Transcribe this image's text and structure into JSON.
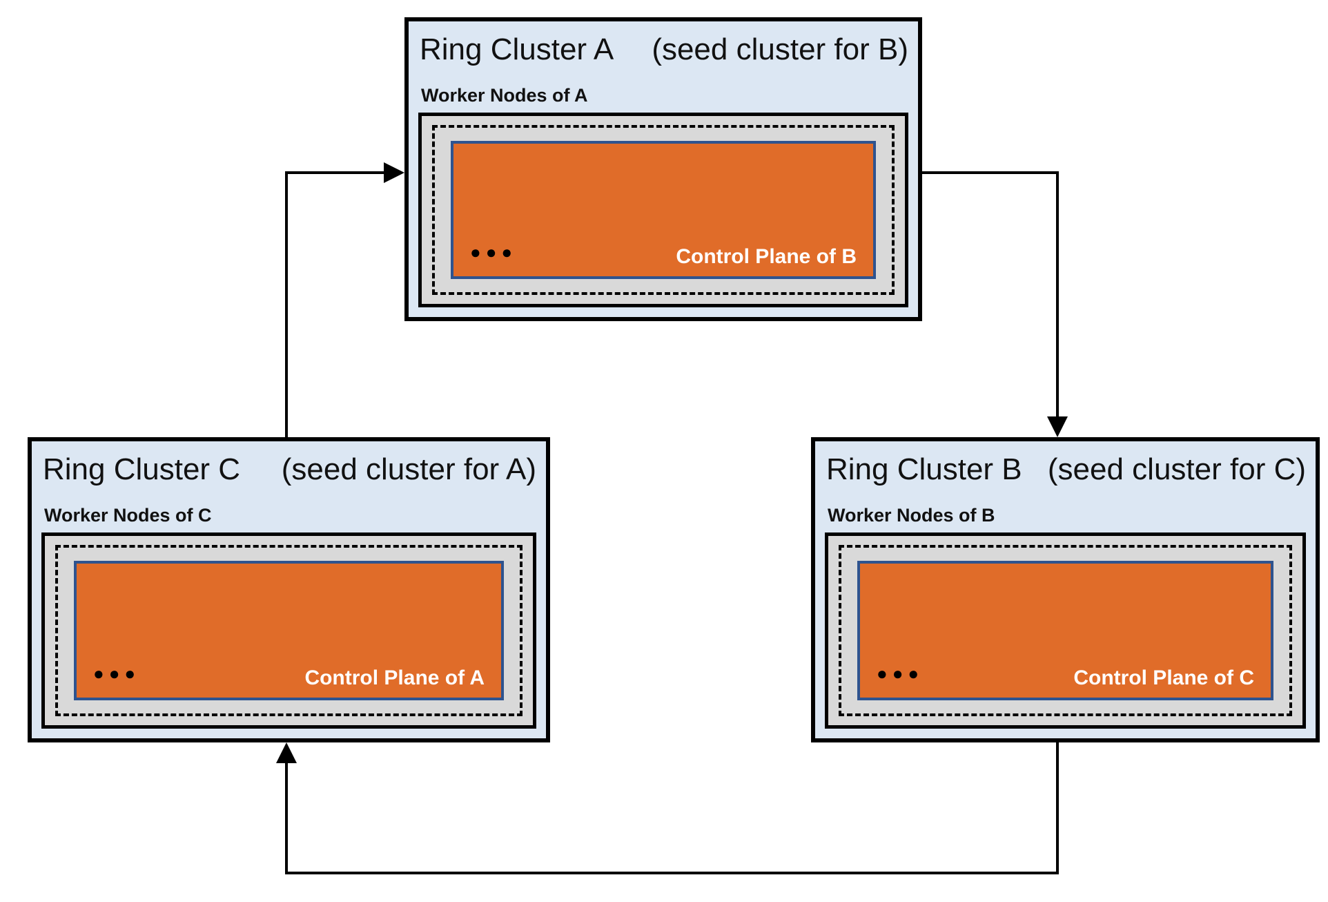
{
  "colors": {
    "cluster_bg": "#dce7f3",
    "worker_box_bg": "#d9d9d9",
    "control_plane_bg": "#e06c29",
    "control_plane_border": "#2e538f",
    "line_color": "#000000"
  },
  "clusters": [
    {
      "id": "A",
      "title": "Ring Cluster A",
      "seed_note": "(seed cluster for B)",
      "worker_label": "Worker Nodes of A",
      "dots": "●●●",
      "control_plane_label": "Control Plane of B"
    },
    {
      "id": "B",
      "title": "Ring Cluster B",
      "seed_note": "(seed cluster for C)",
      "worker_label": "Worker Nodes of B",
      "dots": "●●●",
      "control_plane_label": "Control Plane of C"
    },
    {
      "id": "C",
      "title": "Ring Cluster C",
      "seed_note": "(seed cluster for A)",
      "worker_label": "Worker Nodes of C",
      "dots": "●●●",
      "control_plane_label": "Control Plane of A"
    }
  ],
  "arrows": [
    {
      "from": "Ring Cluster C",
      "to": "Ring Cluster A"
    },
    {
      "from": "Ring Cluster A",
      "to": "Ring Cluster B"
    },
    {
      "from": "Ring Cluster B",
      "to": "Ring Cluster C"
    }
  ]
}
